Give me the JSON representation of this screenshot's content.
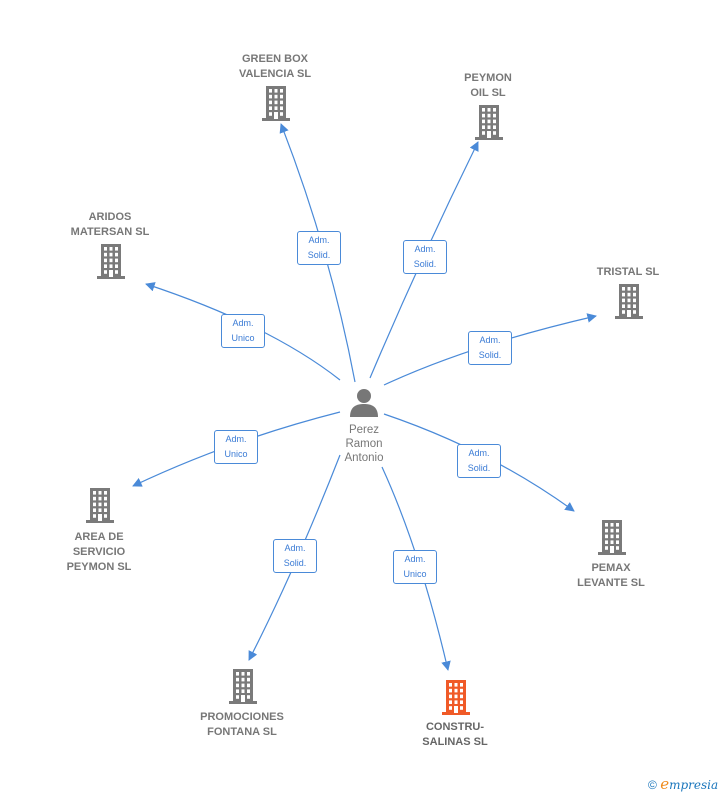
{
  "center": {
    "name": "Perez\nRamon\nAntonio"
  },
  "nodes": [
    {
      "id": "green-box-valencia",
      "label": "GREEN BOX\nVALENCIA  SL",
      "highlight": false
    },
    {
      "id": "peymon-oil",
      "label": "PEYMON\nOIL  SL",
      "highlight": false
    },
    {
      "id": "aridos-matersan",
      "label": "ARIDOS\nMATERSAN  SL",
      "highlight": false
    },
    {
      "id": "tristal",
      "label": "TRISTAL SL",
      "highlight": false
    },
    {
      "id": "area-de-servicio-peymon",
      "label": "AREA DE\nSERVICIO\nPEYMON SL",
      "highlight": false
    },
    {
      "id": "pemax-levante",
      "label": "PEMAX\nLEVANTE  SL",
      "highlight": false
    },
    {
      "id": "promociones-fontana",
      "label": "PROMOCIONES\nFONTANA SL",
      "highlight": false
    },
    {
      "id": "constru-salinas",
      "label": "CONSTRU-\nSALINAS  SL",
      "highlight": true
    }
  ],
  "edges": [
    {
      "to": "green-box-valencia",
      "label": "Adm.\nSolid."
    },
    {
      "to": "peymon-oil",
      "label": "Adm.\nSolid."
    },
    {
      "to": "aridos-matersan",
      "label": "Adm.\nUnico"
    },
    {
      "to": "tristal",
      "label": "Adm.\nSolid."
    },
    {
      "to": "area-de-servicio-peymon",
      "label": "Adm.\nUnico"
    },
    {
      "to": "pemax-levante",
      "label": "Adm.\nSolid."
    },
    {
      "to": "promociones-fontana",
      "label": "Adm.\nSolid."
    },
    {
      "to": "constru-salinas",
      "label": "Adm.\nUnico"
    }
  ],
  "colors": {
    "edge": "#4a8ad8",
    "building": "#7a7a7a",
    "highlight_building": "#f05a28",
    "person": "#777777"
  },
  "credit": {
    "symbol": "©",
    "brand_initial": "e",
    "brand_rest": "mpresia"
  }
}
